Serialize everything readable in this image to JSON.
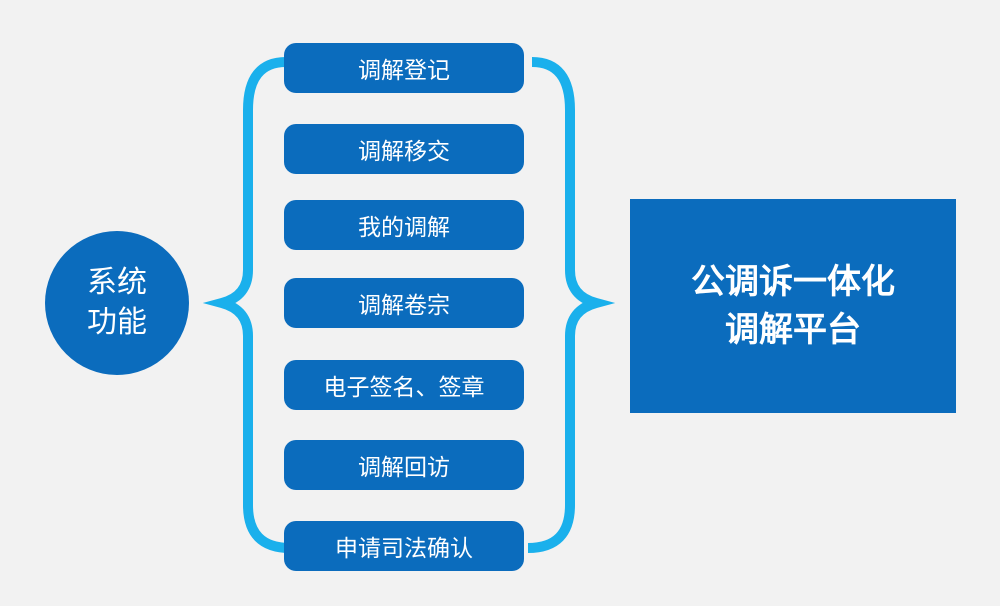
{
  "center": {
    "line1": "系统",
    "line2": "功能"
  },
  "functions": [
    {
      "label": "调解登记"
    },
    {
      "label": "调解移交"
    },
    {
      "label": "我的调解"
    },
    {
      "label": "调解卷宗"
    },
    {
      "label": "电子签名、签章"
    },
    {
      "label": "调解回访"
    },
    {
      "label": "申请司法确认"
    }
  ],
  "platform": {
    "line1": "公调诉一体化",
    "line2": "调解平台"
  },
  "colors": {
    "primary": "#0b6cbd",
    "brace": "#1ab0ec",
    "background": "#f2f2f2"
  }
}
